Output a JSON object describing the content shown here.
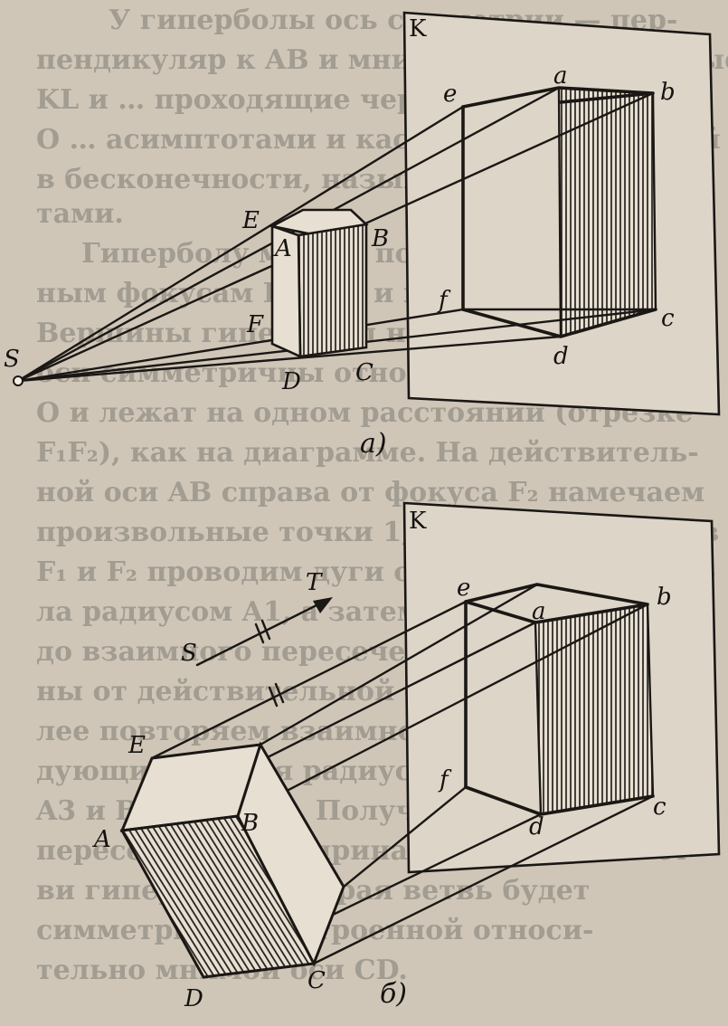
{
  "background_text": [
    "У гиперболы ось симметрии — пер-",
    "пендикуляр к AB и мнимая CD. Две прямые",
    "KL и … проходящие через центр",
    "О … асимптотами и касающиеся ее ветвей",
    "в бесконечности, называются асимпто-",
    "тами.",
    "Гиперболу можно построить по задан-",
    "ным фокусам F₁ и F₂ и вершинам A и B.",
    "Вершины гиперболы на действительной",
    "оси симметричны относительно центра",
    "О и лежат на одном расстоянии (отрезке",
    "F₁F₂), как на диаграмме. На действитель-",
    "ной оси AB справа от фокуса F₂ намечаем",
    "произвольные точки 1, 2, 3, 4. Из фокусов",
    "F₁ и F₂ проводим дуги окружностей снача-",
    "ла радиусом A1, а затем радиусом B1",
    "до взаимного пересечения по обе сторо-",
    "ны от действительной оси гиперболы. Да-",
    "лее повторяем взаимное пересечение сле-",
    "дующих дуг для радиусов A2 и B2,",
    "A3 и B3, A4 и B4. Полученные точки",
    "пересечения дуг принадлежат одной вет-",
    "ви гиперболы. Вторая ветвь будет",
    "симметрична построенной относи-",
    "тельно мнимой оси CD."
  ],
  "figure_a": {
    "caption": "а)",
    "labels": {
      "S": "S",
      "K": "K",
      "E": "E",
      "A": "A",
      "B": "B",
      "F": "F",
      "D": "D",
      "C": "C",
      "e": "e",
      "a": "a",
      "b": "b",
      "f": "f",
      "c": "c",
      "d": "d"
    }
  },
  "figure_b": {
    "caption": "б)",
    "labels": {
      "S": "S",
      "T": "T",
      "K": "K",
      "E": "E",
      "A": "A",
      "B": "B",
      "D": "D",
      "C": "C",
      "e": "e",
      "a": "a",
      "b": "b",
      "f": "f",
      "c": "c",
      "d": "d"
    }
  }
}
